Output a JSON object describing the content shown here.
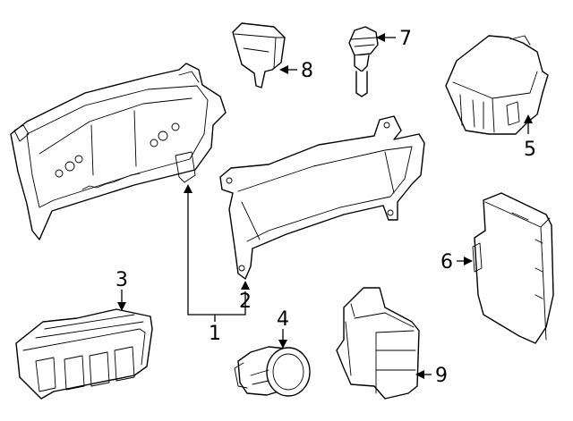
{
  "callouts": [
    {
      "id": "1",
      "text": "1"
    },
    {
      "id": "2",
      "text": "2"
    },
    {
      "id": "3",
      "text": "3"
    },
    {
      "id": "4",
      "text": "4"
    },
    {
      "id": "5",
      "text": "5"
    },
    {
      "id": "6",
      "text": "6"
    },
    {
      "id": "7",
      "text": "7"
    },
    {
      "id": "8",
      "text": "8"
    },
    {
      "id": "9",
      "text": "9"
    }
  ],
  "parts": [
    {
      "callout": "1",
      "icon": "instrument-cluster-icon"
    },
    {
      "callout": "2",
      "icon": "cluster-bezel-icon"
    },
    {
      "callout": "3",
      "icon": "switch-panel-icon"
    },
    {
      "callout": "4",
      "icon": "ignition-push-button-icon"
    },
    {
      "callout": "5",
      "icon": "control-module-icon"
    },
    {
      "callout": "6",
      "icon": "control-module-icon"
    },
    {
      "callout": "7",
      "icon": "bulb-socket-icon"
    },
    {
      "callout": "8",
      "icon": "switch-icon"
    },
    {
      "callout": "9",
      "icon": "switch-assembly-icon"
    }
  ],
  "colors": {
    "line": "#000000",
    "background": "#ffffff"
  }
}
